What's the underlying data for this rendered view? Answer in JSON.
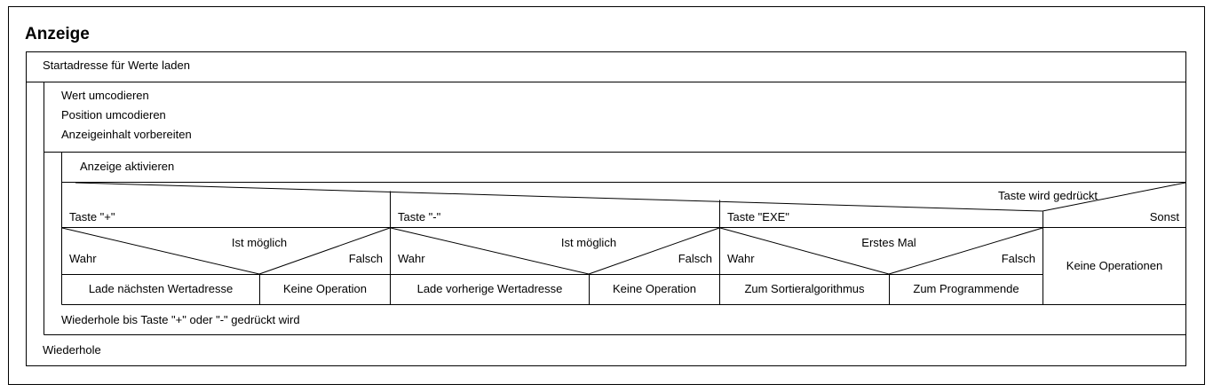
{
  "title": "Anzeige",
  "outer_loop": {
    "start_action": "Startadresse für Werte laden",
    "inner_loop": {
      "actions": [
        "Wert umcodieren",
        "Position umcodieren",
        "Anzeigeinhalt vorbereiten"
      ],
      "innermost_loop": {
        "action": "Anzeige aktivieren",
        "case": {
          "condition": "Taste wird gedrückt",
          "branches": [
            {
              "label": "Taste \"+\"",
              "decision": {
                "condition": "Ist möglich",
                "true_label": "Wahr",
                "false_label": "Falsch",
                "true_action": "Lade nächsten Wertadresse",
                "false_action": "Keine Operation"
              }
            },
            {
              "label": "Taste \"-\"",
              "decision": {
                "condition": "Ist möglich",
                "true_label": "Wahr",
                "false_label": "Falsch",
                "true_action": "Lade vorherige Wertadresse",
                "false_action": "Keine Operation"
              }
            },
            {
              "label": "Taste \"EXE\"",
              "decision": {
                "condition": "Erstes Mal",
                "true_label": "Wahr",
                "false_label": "Falsch",
                "true_action": "Zum Sortieralgorithmus",
                "false_action": "Zum Programmende"
              }
            }
          ],
          "default_label": "Sonst",
          "default_action": "Keine Operationen"
        }
      },
      "loop_condition": "Wiederhole bis Taste \"+\" oder \"-\" gedrückt wird"
    },
    "loop_condition": "Wiederhole"
  }
}
